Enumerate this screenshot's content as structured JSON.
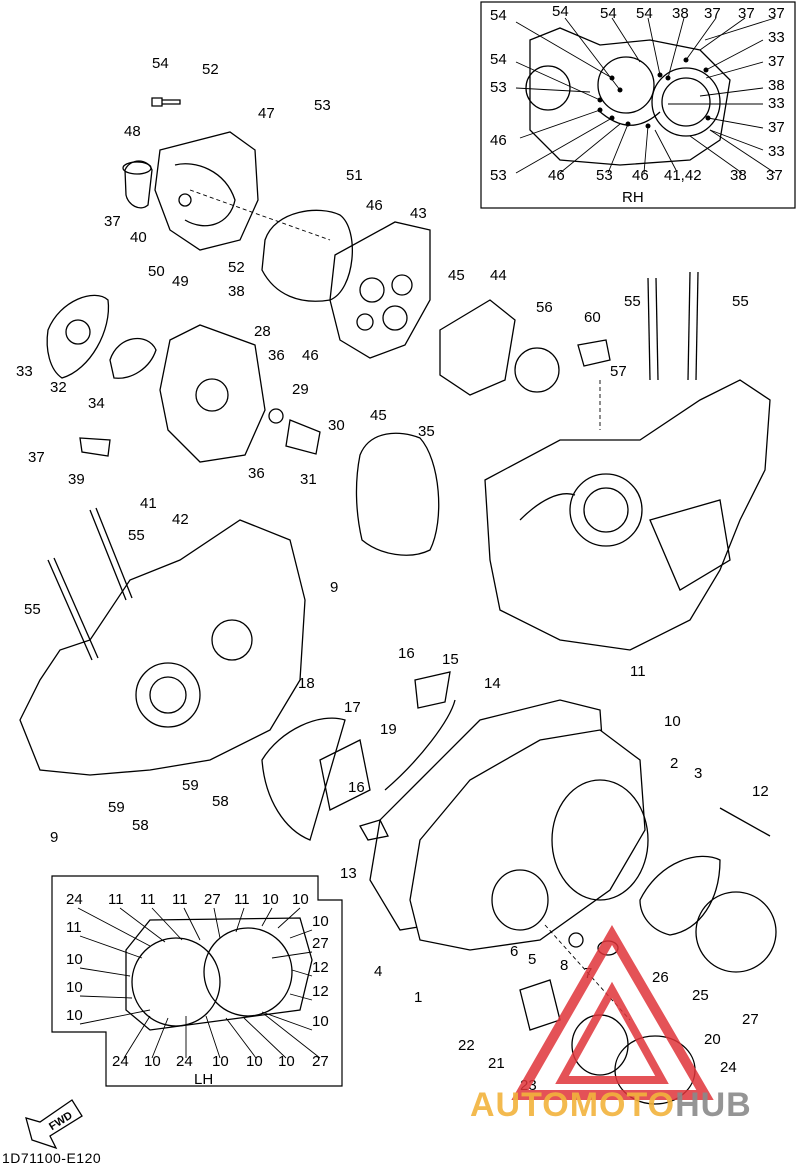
{
  "footer": {
    "code": "1D71100-E120"
  },
  "watermark": {
    "brand_primary": "AUTOMOTO",
    "brand_secondary": "HUB",
    "colors": {
      "logo_red": "#e0343a",
      "text_orange": "#f2b33d",
      "text_gray": "#8a8a8a"
    }
  },
  "fwd_arrow": {
    "label": "FWD"
  },
  "inset_rh": {
    "title": "RH",
    "labels": [
      "54",
      "54",
      "54",
      "54",
      "38",
      "37",
      "37",
      "37",
      "54",
      "33",
      "53",
      "37",
      "38",
      "33",
      "46",
      "37",
      "33",
      "53",
      "46",
      "53",
      "46",
      "41,42",
      "38",
      "37"
    ]
  },
  "inset_lh": {
    "title": "LH",
    "labels": [
      "24",
      "11",
      "11",
      "11",
      "27",
      "11",
      "10",
      "10",
      "11",
      "10",
      "27",
      "10",
      "12",
      "10",
      "12",
      "10",
      "10",
      "24",
      "10",
      "24",
      "10",
      "10",
      "10",
      "27"
    ]
  },
  "callouts": [
    "54",
    "52",
    "47",
    "53",
    "48",
    "51",
    "46",
    "43",
    "37",
    "40",
    "50",
    "49",
    "52",
    "45",
    "44",
    "56",
    "60",
    "55",
    "55",
    "38",
    "33",
    "32",
    "34",
    "28",
    "36",
    "46",
    "57",
    "29",
    "30",
    "45",
    "35",
    "37",
    "39",
    "41",
    "42",
    "36",
    "31",
    "55",
    "55",
    "9",
    "16",
    "15",
    "11",
    "14",
    "18",
    "17",
    "10",
    "19",
    "2",
    "3",
    "59",
    "58",
    "59",
    "58",
    "9",
    "16",
    "12",
    "13",
    "6",
    "5",
    "8",
    "7",
    "26",
    "4",
    "1",
    "25",
    "27",
    "22",
    "21",
    "20",
    "23",
    "24"
  ]
}
